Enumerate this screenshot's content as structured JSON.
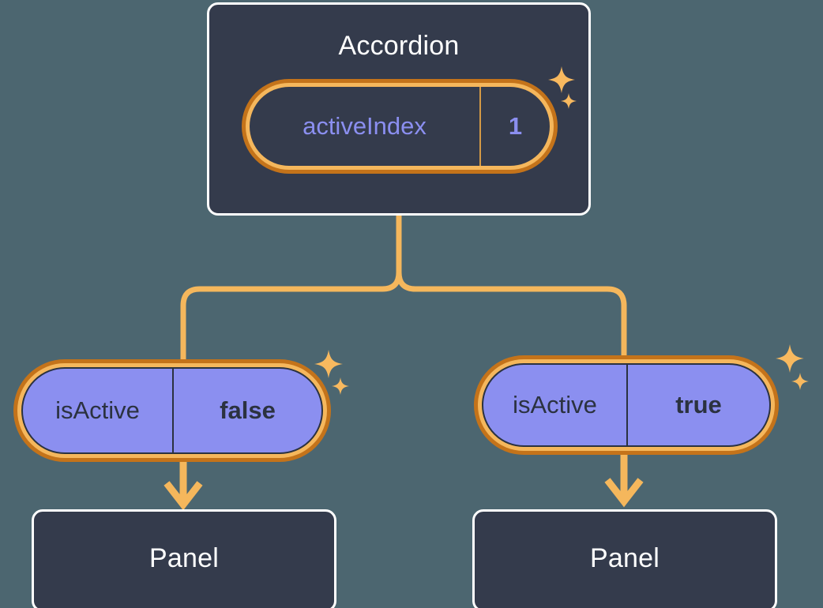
{
  "diagram": {
    "background_color": "#4c6670",
    "accent_color": "#f5b75c",
    "accent_dark_color": "#c4731a",
    "node_fill_color": "#343b4c",
    "state_fill_color": "#8b8ff0",
    "text_light_color": "#ffffff",
    "text_dark_color": "#2b3240"
  },
  "root": {
    "title": "Accordion",
    "state": {
      "key": "activeIndex",
      "value": "1"
    }
  },
  "branches": [
    {
      "prop": {
        "key": "isActive",
        "value": "false"
      },
      "child": {
        "title": "Panel"
      }
    },
    {
      "prop": {
        "key": "isActive",
        "value": "true"
      },
      "child": {
        "title": "Panel"
      }
    }
  ],
  "icons": {
    "sparkle": "sparkle-icon"
  }
}
